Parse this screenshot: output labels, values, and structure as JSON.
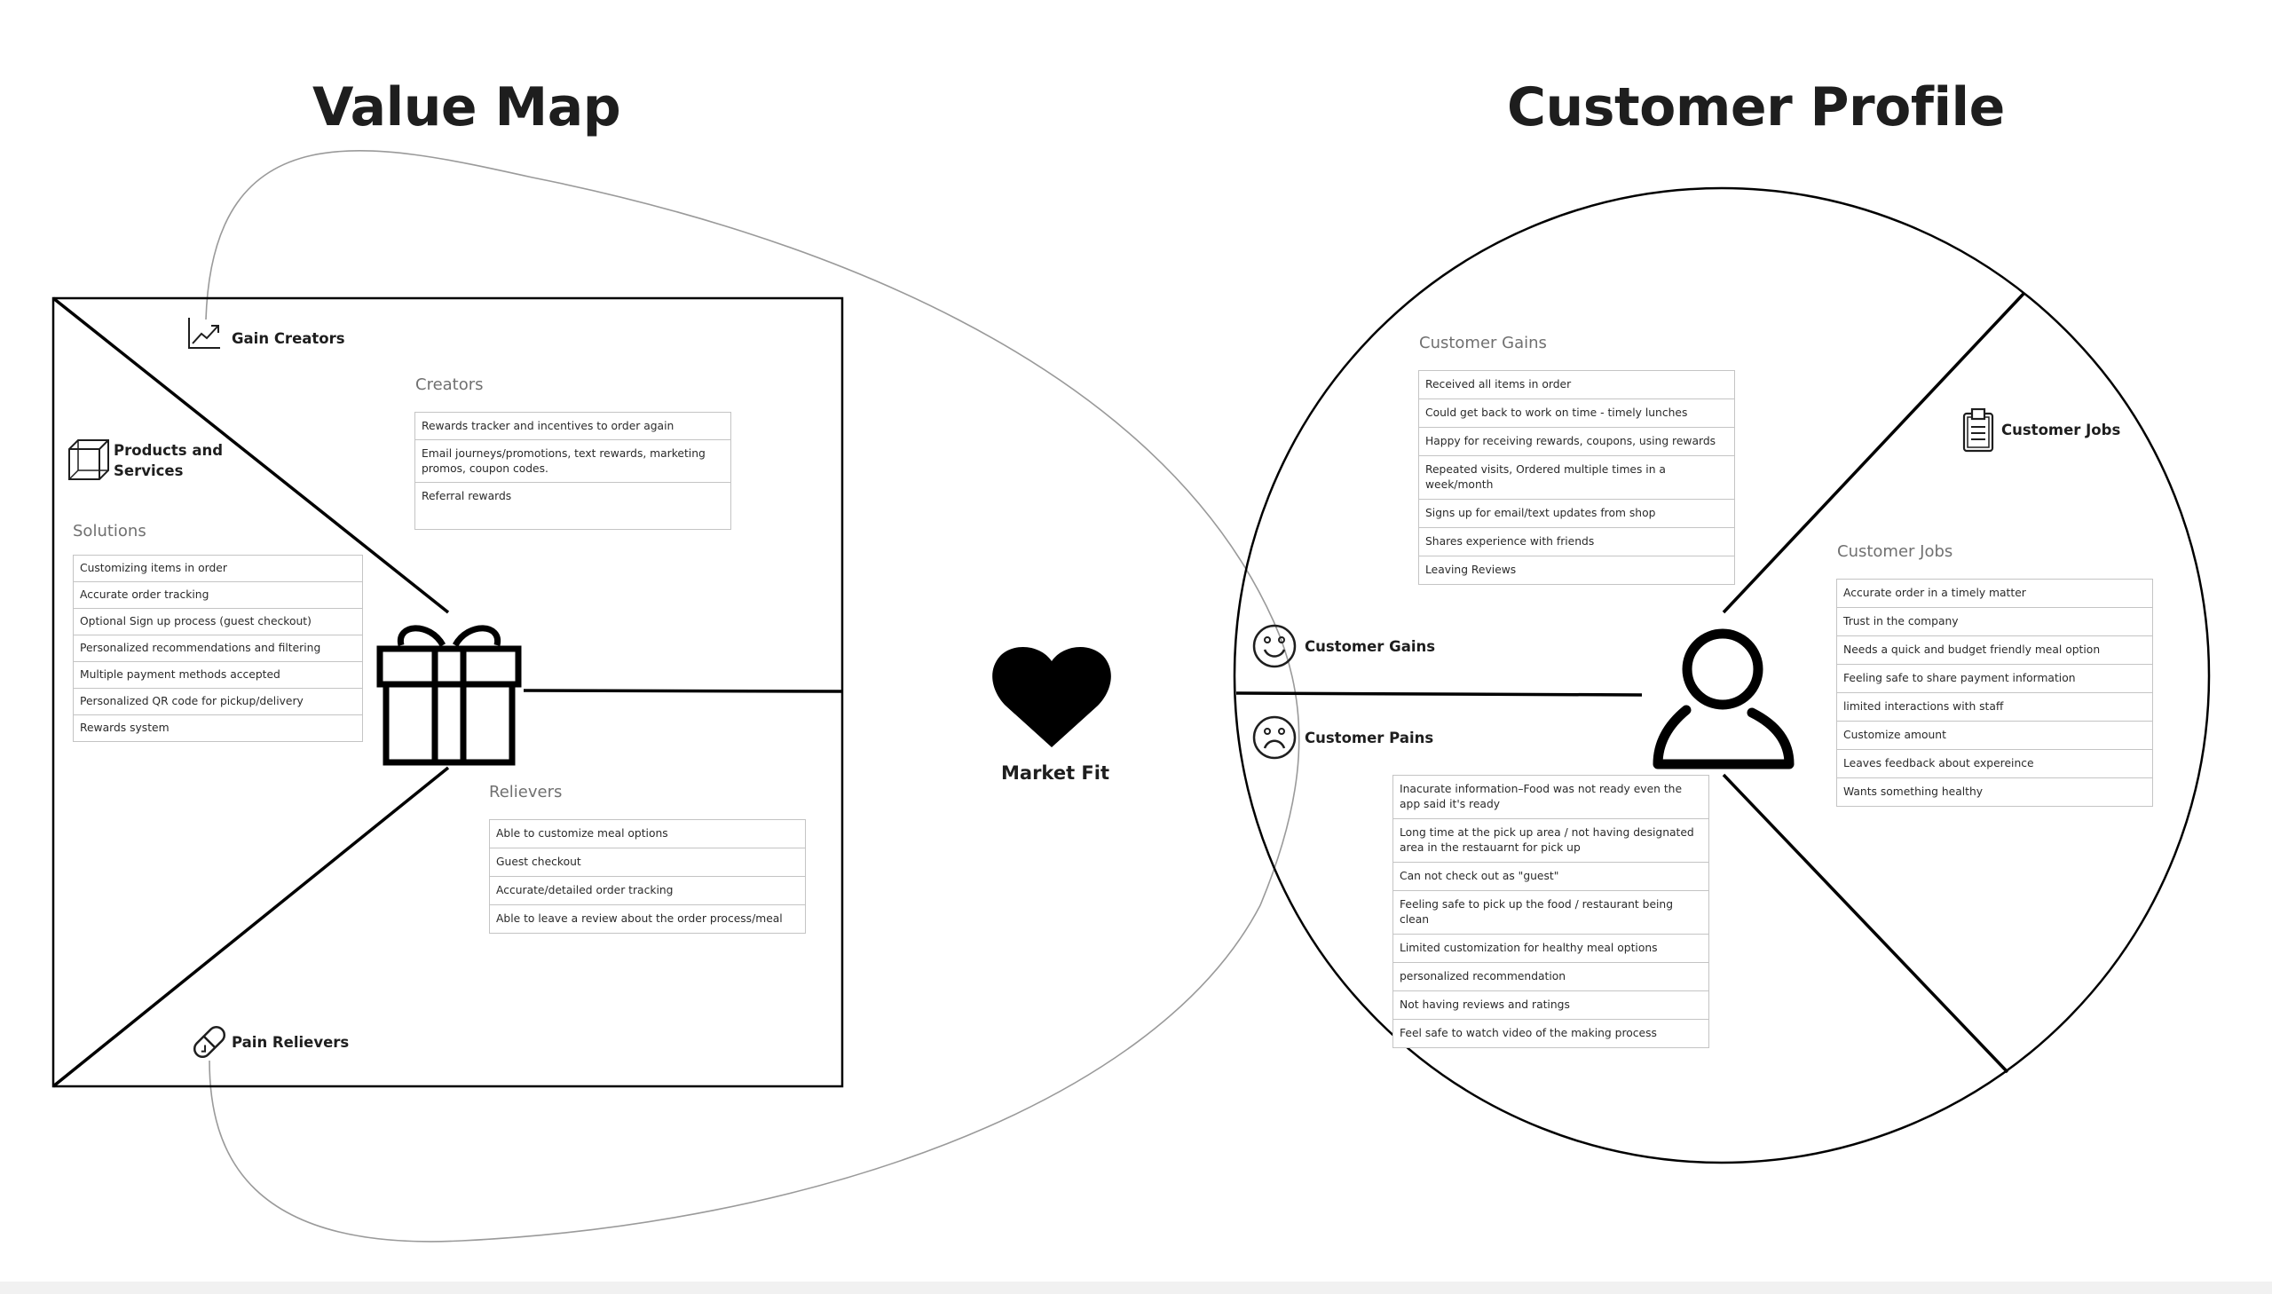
{
  "titles": {
    "value_map": "Value Map",
    "customer_profile": "Customer Profile"
  },
  "value_map": {
    "gain_creators_label": "Gain Creators",
    "products_services_label": "Products and Services",
    "pain_relievers_label": "Pain Relievers",
    "creators": {
      "title": "Creators",
      "items": [
        "Rewards tracker and incentives to order again",
        "Email journeys/promotions, text rewards, marketing promos, coupon codes.",
        "Referral rewards"
      ]
    },
    "solutions": {
      "title": "Solutions",
      "items": [
        "Customizing items in order",
        "Accurate order tracking",
        "Optional Sign up process (guest checkout)",
        "Personalized recommendations and filtering",
        "Multiple payment methods accepted",
        "Personalized QR code for pickup/delivery",
        "Rewards system"
      ]
    },
    "relievers": {
      "title": "Relievers",
      "items": [
        "Able to customize meal options",
        "Guest checkout",
        "Accurate/detailed order tracking",
        "Able to leave a review about the order process/meal"
      ]
    }
  },
  "market_fit": {
    "label": "Market Fit",
    "icon": "heart-icon"
  },
  "customer_profile": {
    "gains_label": "Customer Gains",
    "pains_label": "Customer Pains",
    "jobs_label": "Customer Jobs",
    "gains": {
      "title": "Customer Gains",
      "items": [
        "Received all items in order",
        "Could get back to work on time - timely lunches",
        "Happy for receiving rewards, coupons, using rewards",
        "Repeated visits, Ordered multiple times in a week/month",
        "Signs up for email/text updates from shop",
        "Shares experience with friends",
        "Leaving Reviews"
      ]
    },
    "jobs": {
      "title": "Customer Jobs",
      "items": [
        "Accurate order in a timely matter",
        "Trust in the company",
        "Needs a quick and budget friendly meal option",
        "Feeling safe to share payment information",
        "limited interactions with staff",
        "Customize amount",
        "Leaves feedback about expereince",
        "Wants something healthy"
      ]
    },
    "pains": {
      "items": [
        "Inacurate information–Food was not ready even the app said it's ready",
        "Long time at the pick up area / not having designated area in the restauarnt for pick up",
        "Can not check out as \"guest\"",
        "Feeling safe to pick up the food / restaurant being clean",
        "Limited customization for healthy meal options",
        "personalized recommendation",
        "Not having reviews and ratings",
        "Feel safe to watch video of the making process"
      ]
    }
  },
  "colors": {
    "stroke": "#000000",
    "connector": "#9a9a9a",
    "list_border": "#c4c4c4",
    "section_title": "#707070"
  }
}
